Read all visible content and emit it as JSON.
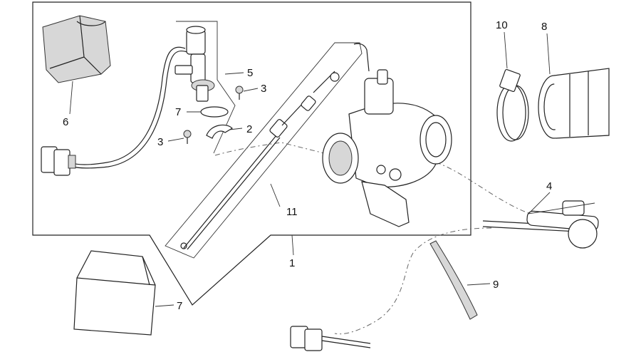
{
  "diagram": {
    "callouts": {
      "c1": "1",
      "c2": "2",
      "c3a": "3",
      "c3b": "3",
      "c4": "4",
      "c5": "5",
      "c6": "6",
      "c7a": "7",
      "c7b": "7",
      "c8": "8",
      "c9": "9",
      "c10": "10",
      "c11": "11"
    }
  }
}
